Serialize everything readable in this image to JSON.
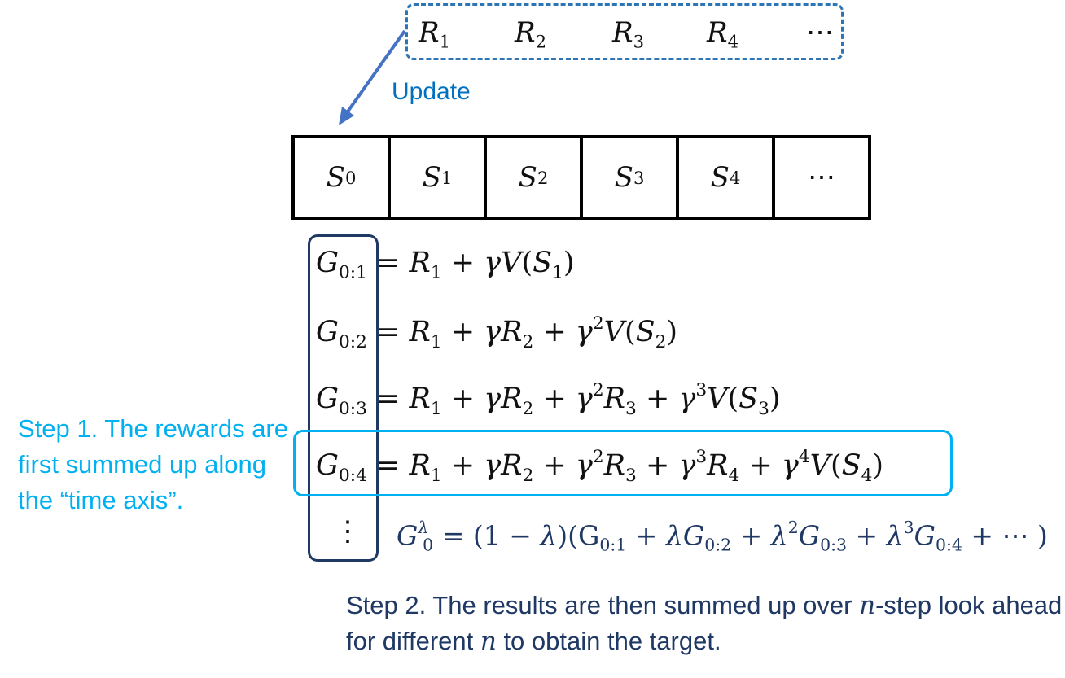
{
  "rewards": [
    "R",
    "R",
    "R",
    "R",
    "⋯"
  ],
  "reward_subscripts": [
    "1",
    "2",
    "3",
    "4"
  ],
  "update_label": "Update",
  "states": [
    "S",
    "S",
    "S",
    "S",
    "S",
    "⋯"
  ],
  "state_subscripts": [
    "0",
    "1",
    "2",
    "3",
    "4"
  ],
  "returns": [
    {
      "lhs_sub": "0:1"
    },
    {
      "lhs_sub": "0:2"
    },
    {
      "lhs_sub": "0:3"
    },
    {
      "lhs_sub": "0:4"
    }
  ],
  "vdots": "⋮",
  "step1_text": "Step 1. The rewards are first summed up along the “time axis”.",
  "step2_text_parts": [
    "Step 2. The results are then summed up over ",
    "n",
    "-step look ahead for different ",
    "n",
    " to obtain the target."
  ],
  "colors": {
    "rewards_border": "#2e75b6",
    "arrow": "#4472c4",
    "update_label": "#0070c0",
    "step1": "#00b0f0",
    "highlight_box": "#00b0f0",
    "g_column_box": "#1f3864",
    "step2": "#1f3864"
  }
}
